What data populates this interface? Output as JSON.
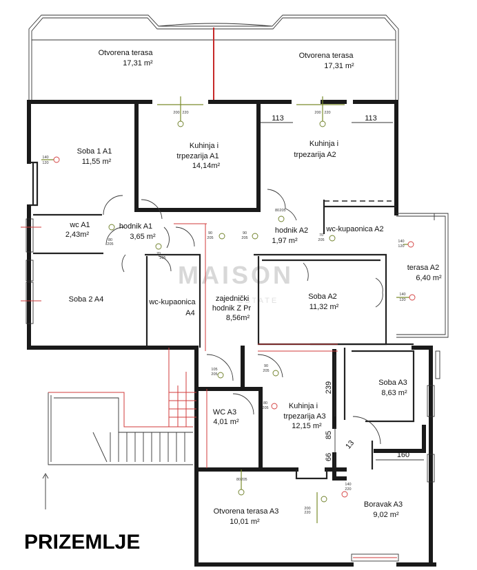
{
  "floor_title": "PRIZEMLJE",
  "watermark": {
    "text": "MAISON",
    "sub": "ESTATE"
  },
  "rooms": [
    {
      "id": "terasa-a1",
      "name": "Otvorena terasa",
      "area": "17,31 m²"
    },
    {
      "id": "terasa-a2-top",
      "name": "Otvorena terasa",
      "area": "17,31 m²"
    },
    {
      "id": "soba-1-a1",
      "name": "Soba 1 A1",
      "area": "11,55 m²"
    },
    {
      "id": "kuhinja-a1",
      "name": "Kuhinja i",
      "name2": "trpezarija A1",
      "area": "14,14m²"
    },
    {
      "id": "kuhinja-a2",
      "name": "Kuhinja i",
      "name2": "trpezarija A2",
      "area": ""
    },
    {
      "id": "wc-a1",
      "name": "wc A1",
      "area": "2,43m²"
    },
    {
      "id": "hodnik-a1",
      "name": "hodnik A1",
      "area": "3,65 m²"
    },
    {
      "id": "hodnik-a2",
      "name": "hodnik A2",
      "area": "1,97 m²"
    },
    {
      "id": "wc-kupaonica-a2",
      "name": "wc-kupaonica A2",
      "area": ""
    },
    {
      "id": "terasa-a2",
      "name": "terasa A2",
      "area": "6,40 m²"
    },
    {
      "id": "soba-2-a4",
      "name": "Soba 2 A4",
      "area": ""
    },
    {
      "id": "wc-kupaonica-a4",
      "name": "wc-kupaonica",
      "name2": "A4",
      "area": ""
    },
    {
      "id": "hodnik-z",
      "name": "zajednički",
      "name2": "hodnik Z Pr",
      "area": "8,56m²"
    },
    {
      "id": "soba-a2",
      "name": "Soba A2",
      "area": "11,32 m²"
    },
    {
      "id": "soba-a3",
      "name": "Soba A3",
      "area": "8,63 m²"
    },
    {
      "id": "wc-a3",
      "name": "WC A3",
      "area": "4,01 m²"
    },
    {
      "id": "kuhinja-a3",
      "name": "Kuhinja i",
      "name2": "trpezarija A3",
      "area": "12,15 m²"
    },
    {
      "id": "terasa-a3",
      "name": "Otvorena terasa A3",
      "area": "10,01 m²"
    },
    {
      "id": "boravak-a3",
      "name": "Boravak A3",
      "area": "9,02 m²"
    }
  ],
  "dimensions": [
    "113",
    "113",
    "239",
    "85",
    "66",
    "160",
    "13"
  ],
  "openings": [
    {
      "id": "o1",
      "w": "140",
      "h": "120"
    },
    {
      "id": "o2",
      "w": "200",
      "h": "220"
    },
    {
      "id": "o3",
      "w": "200",
      "h": "220"
    },
    {
      "id": "o4",
      "w": "80",
      "h": "205"
    },
    {
      "id": "o5",
      "w": "70",
      "h": "205"
    },
    {
      "id": "o6",
      "w": "90",
      "h": "205"
    },
    {
      "id": "o7",
      "w": "90",
      "h": "205"
    },
    {
      "id": "o8",
      "w": "80",
      "h": "205"
    },
    {
      "id": "o9",
      "w": "70",
      "h": "205"
    },
    {
      "id": "o10",
      "w": "140",
      "h": "120"
    },
    {
      "id": "o11",
      "w": "140",
      "h": "120"
    },
    {
      "id": "o12",
      "w": "105",
      "h": "205"
    },
    {
      "id": "o13",
      "w": "90",
      "h": "205"
    },
    {
      "id": "o14",
      "w": "80",
      "h": "205"
    },
    {
      "id": "o15",
      "w": "200",
      "h": "220"
    },
    {
      "id": "o16",
      "w": "140",
      "h": "220"
    },
    {
      "id": "o17",
      "w": "80",
      "h": "205"
    }
  ],
  "colors": {
    "wall": "#1a1a1a",
    "accent_red": "#d23a3a",
    "opening_green": "#7a8b2a"
  }
}
